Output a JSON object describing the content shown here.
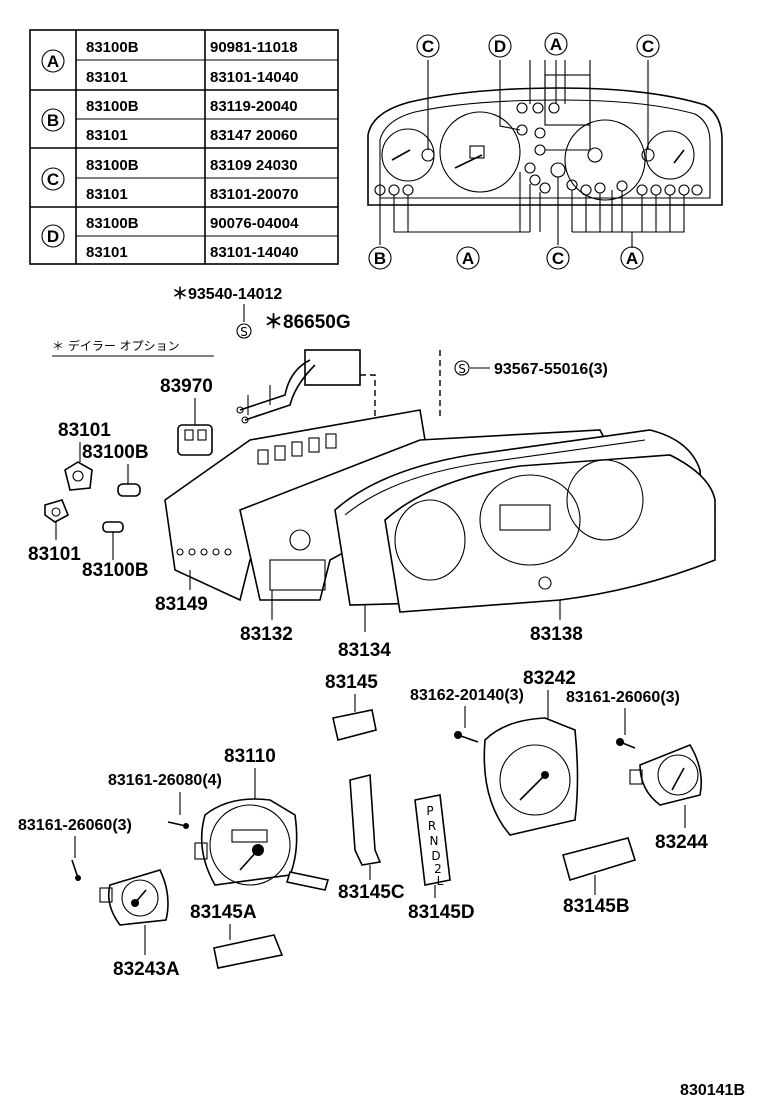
{
  "table": {
    "rows": [
      {
        "letter": "A",
        "rows": [
          [
            "83100B",
            "90981-11018"
          ],
          [
            "83101",
            "83101-14040"
          ]
        ]
      },
      {
        "letter": "B",
        "rows": [
          [
            "83100B",
            "83119-20040"
          ],
          [
            "83101",
            "83147  20060"
          ]
        ]
      },
      {
        "letter": "C",
        "rows": [
          [
            "83100B",
            "83109  24030"
          ],
          [
            "83101",
            "83101-20070"
          ]
        ]
      },
      {
        "letter": "D",
        "rows": [
          [
            "83100B",
            "90076-04004"
          ],
          [
            "83101",
            "83101-14040"
          ]
        ]
      }
    ]
  },
  "cluster_callouts": {
    "top": [
      "C",
      "D",
      "A",
      "C"
    ],
    "bottom": [
      "B",
      "A",
      "C",
      "A"
    ]
  },
  "note": {
    "asterisk_note": "＊ デイラー オプション",
    "screw_93540": "＊93540-14012",
    "part_86650g": "＊86650G",
    "screw_93567": "93567-55016(3)",
    "s_symbol": "S"
  },
  "parts": {
    "p83970": "83970",
    "p83101_a": "83101",
    "p83100b_a": "83100B",
    "p83101_b": "83101",
    "p83100b_b": "83100B",
    "p83149": "83149",
    "p83132": "83132",
    "p83134": "83134",
    "p83138": "83138",
    "p83145": "83145",
    "p83242": "83242",
    "p83162": "83162-20140(3)",
    "p83161_60_right": "83161-26060(3)",
    "p83110": "83110",
    "p83161_80": "83161-26080(4)",
    "p83161_60_left": "83161-26060(3)",
    "p83244": "83244",
    "p83145c": "83145C",
    "p83145d": "83145D",
    "p83145a": "83145A",
    "p83145b": "83145B",
    "p83243a": "83243A"
  },
  "footer": {
    "code": "830141B"
  },
  "indicator_letters": [
    "P",
    "R",
    "N",
    "D",
    "2",
    "L"
  ]
}
